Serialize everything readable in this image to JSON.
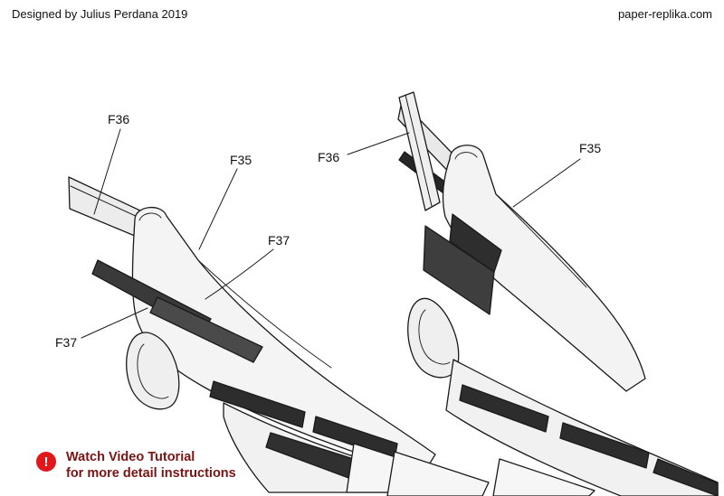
{
  "header": {
    "designer_credit": "Designed by Julius Perdana 2019",
    "website": "paper-replika.com"
  },
  "diagram": {
    "part_labels": [
      {
        "id": "f36-left",
        "text": "F36"
      },
      {
        "id": "f35-left",
        "text": "F35"
      },
      {
        "id": "f37-upper",
        "text": "F37"
      },
      {
        "id": "f37-lower",
        "text": "F37"
      },
      {
        "id": "f36-right",
        "text": "F36"
      },
      {
        "id": "f35-right",
        "text": "F35"
      }
    ]
  },
  "notice": {
    "icon_glyph": "!",
    "line1": "Watch Video Tutorial",
    "line2": "for more detail instructions"
  },
  "colors": {
    "background": "#ffffff",
    "outline": "#1a1a1a",
    "notice_text": "#7a1414",
    "notice_icon_bg": "#e0181c",
    "notice_icon_fg": "#ffffff"
  }
}
